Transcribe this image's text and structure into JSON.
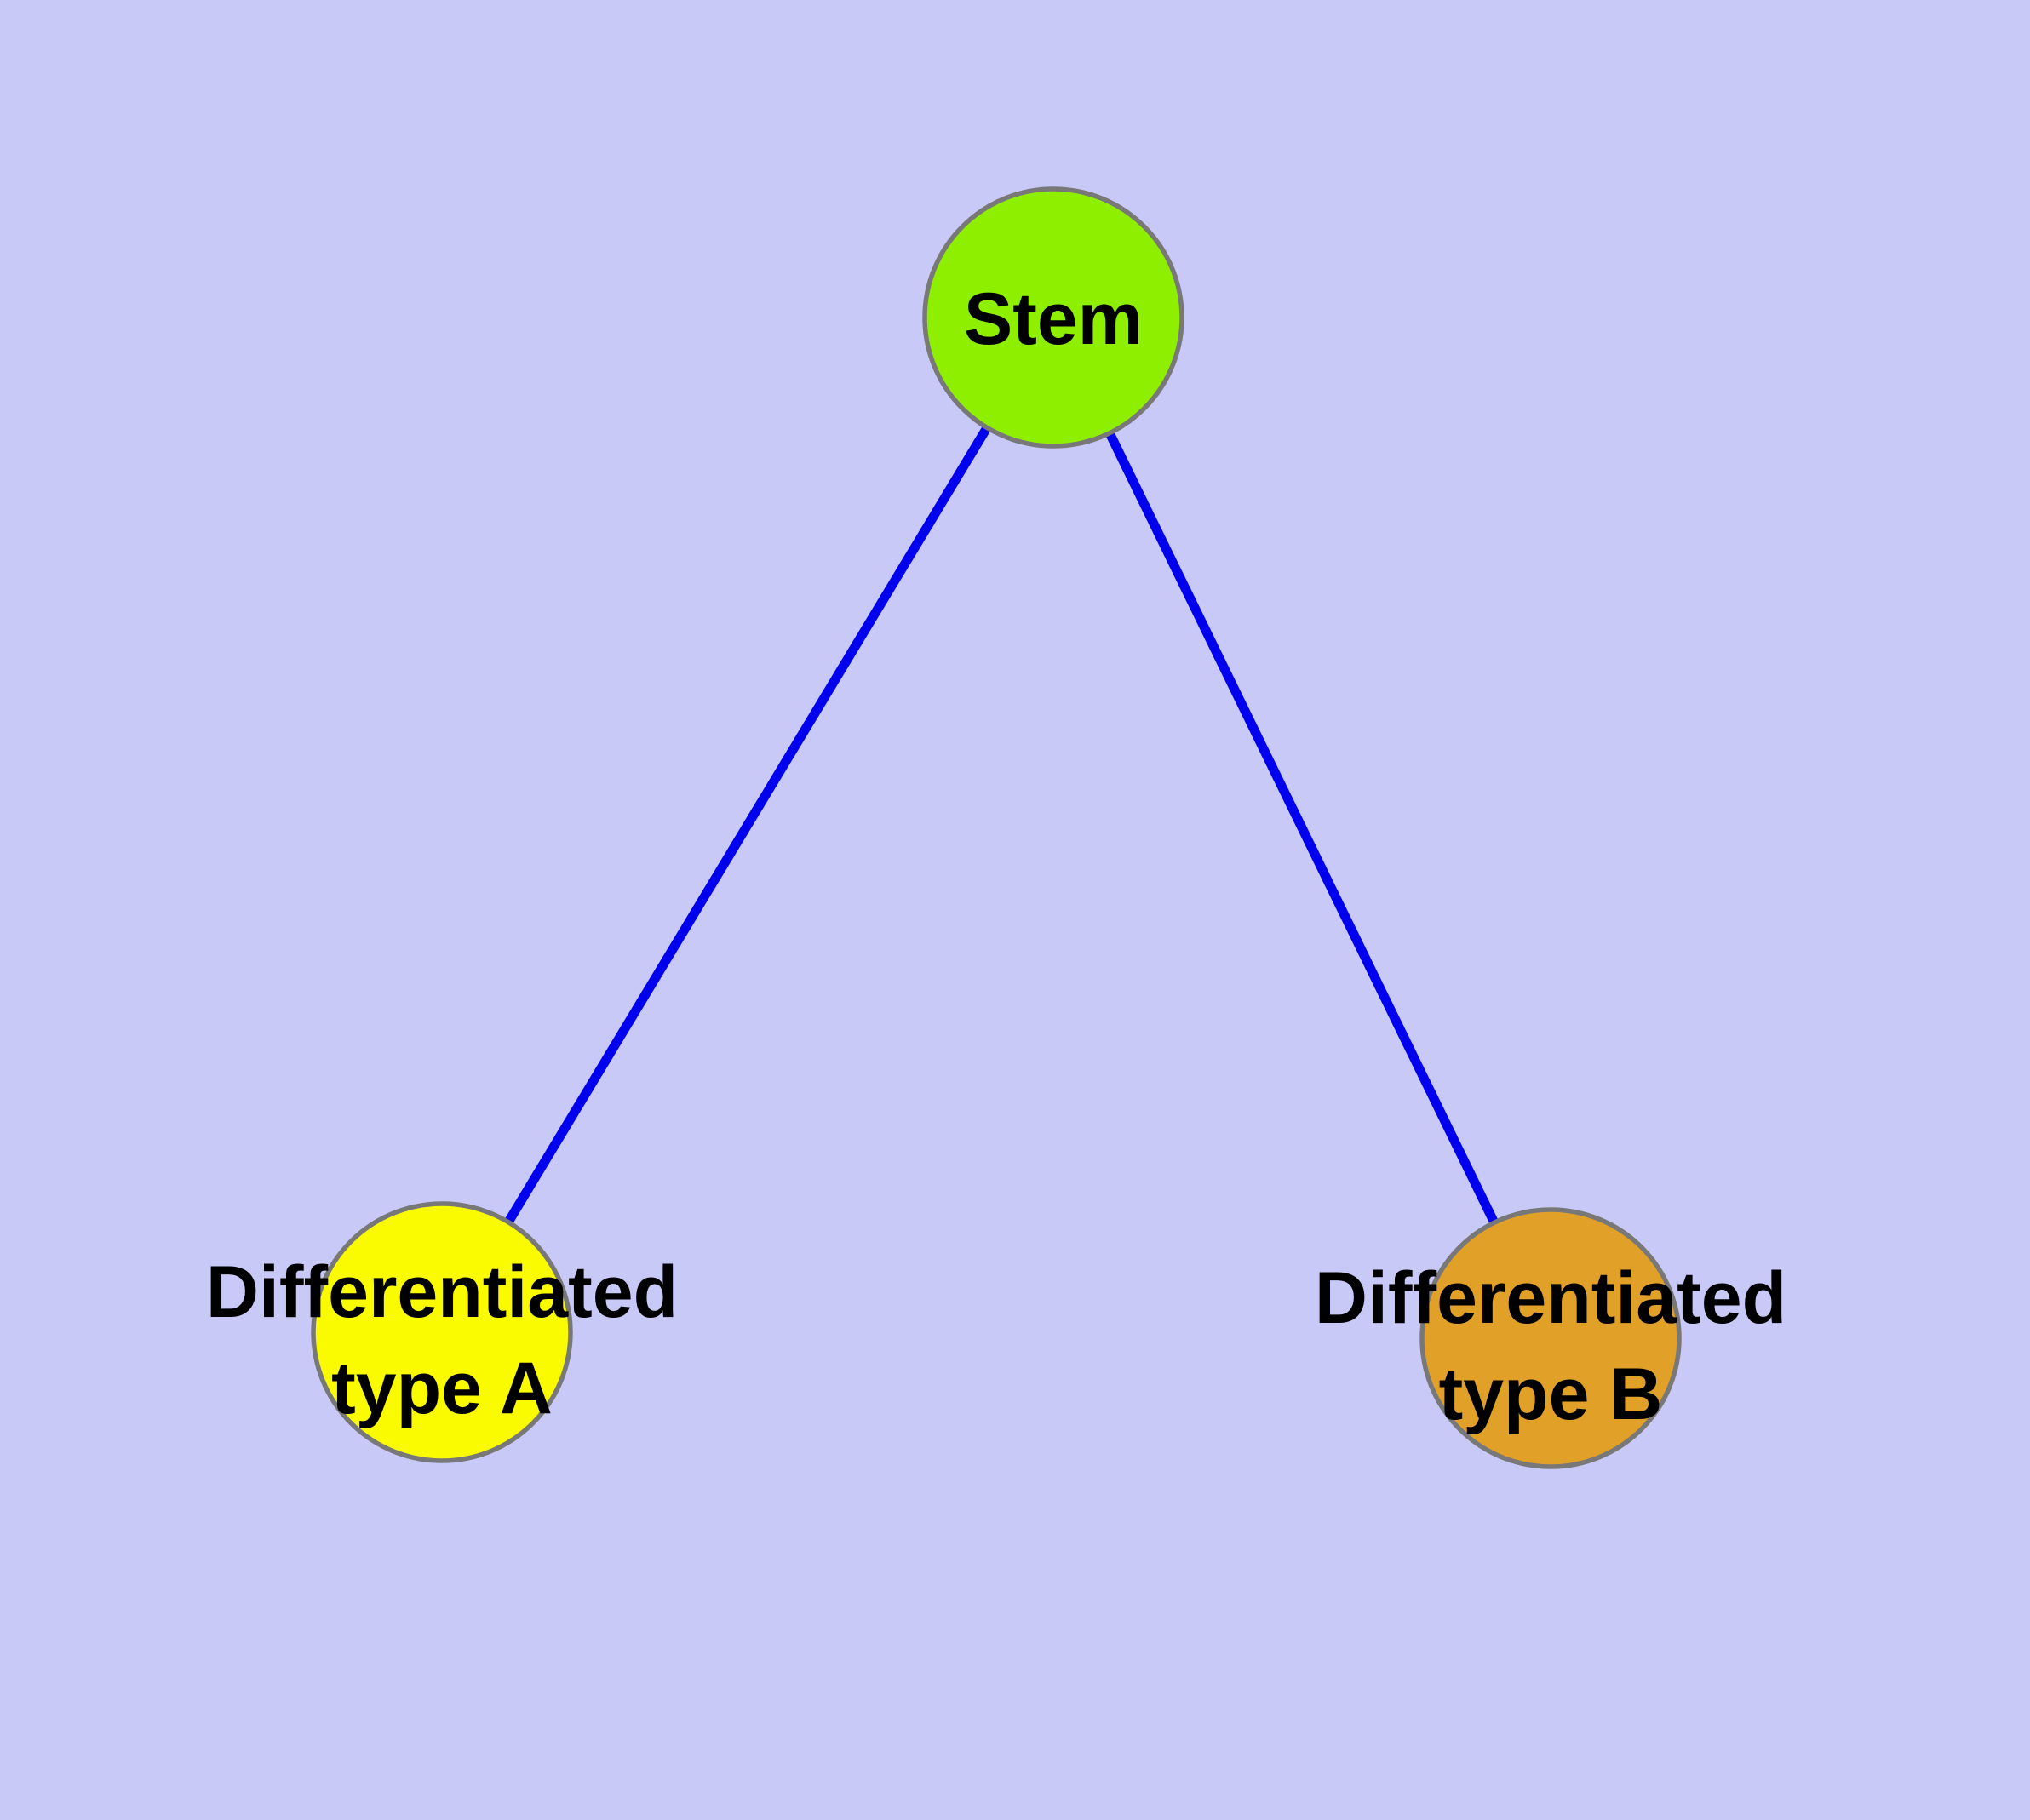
{
  "diagram": {
    "background_color": "#c9c9f7",
    "edge_color": "#0000ee",
    "node_border_color": "#787878",
    "label_color": "#000000",
    "nodes": {
      "stem": {
        "label": "Stem",
        "fill": "#8ef000"
      },
      "type_a": {
        "label": "Differentiated type A",
        "lines": [
          "Differentiated",
          "type A"
        ],
        "fill": "#fbfb00"
      },
      "type_b": {
        "label": "Differentiated type B",
        "lines": [
          "Differentiated",
          "type B"
        ],
        "fill": "#e1a028"
      }
    },
    "edges": [
      {
        "from": "Stem",
        "to": "Differentiated type A"
      },
      {
        "from": "Stem",
        "to": "Differentiated type B"
      }
    ]
  }
}
